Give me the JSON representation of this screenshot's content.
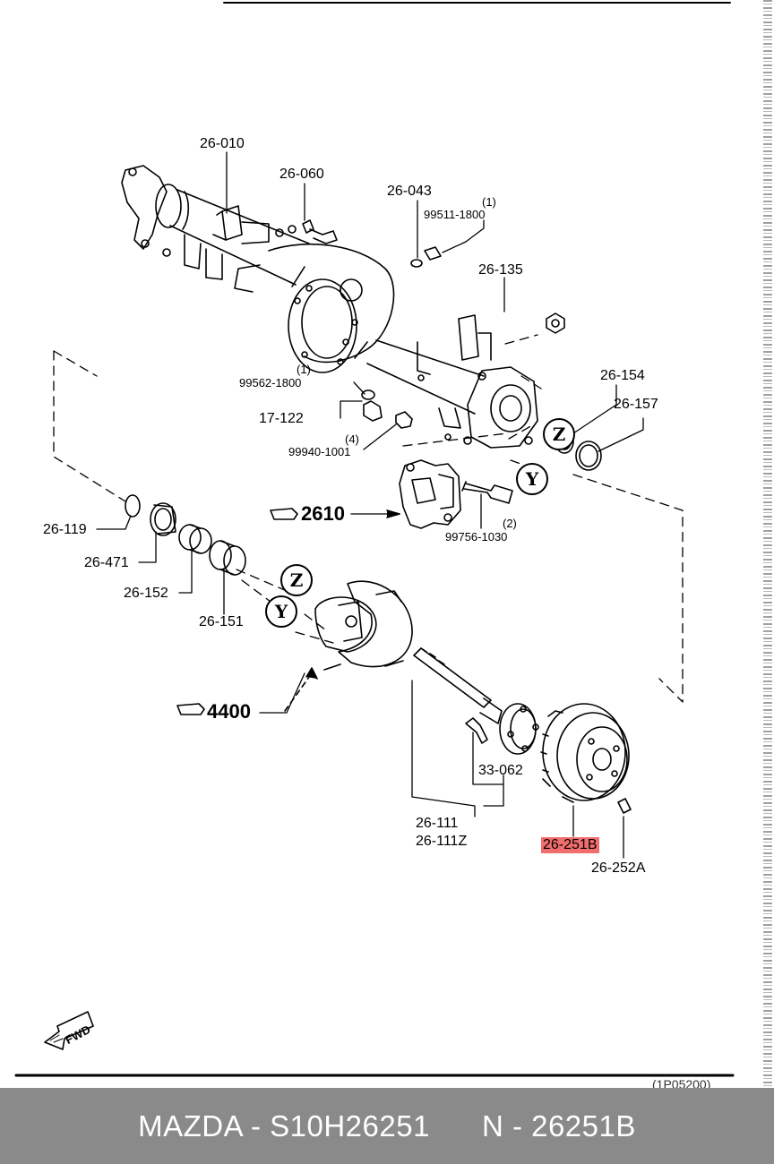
{
  "labels": {
    "p26010": "26-010",
    "p26060": "26-060",
    "p26043": "26-043",
    "q99511": "(1)",
    "p99511": "99511-1800",
    "p26135": "26-135",
    "q99562": "(1)",
    "p99562": "99562-1800",
    "p17122": "17-122",
    "q99940": "(4)",
    "p99940": "99940-1001",
    "p26154": "26-154",
    "p26157": "26-157",
    "ref2610": "2610",
    "q99756": "(2)",
    "p99756": "99756-1030",
    "p26119": "26-119",
    "p26471": "26-471",
    "p26152": "26-152",
    "p26151": "26-151",
    "ref4400": "4400",
    "p33062": "33-062",
    "p26111": "26-111",
    "p26111z": "26-111Z",
    "p26251b": "26-251B",
    "p26252a": "26-252A",
    "circle_z1": "Z",
    "circle_y1": "Y",
    "circle_z2": "Z",
    "circle_y2": "Y",
    "fwd": "FWD",
    "partial_code": "(1P05200)"
  },
  "highlight_color": "#f26d6d",
  "footer": {
    "text": "MAZDA - S10H26251      N - 26251B",
    "background": "#8a8a8a"
  }
}
